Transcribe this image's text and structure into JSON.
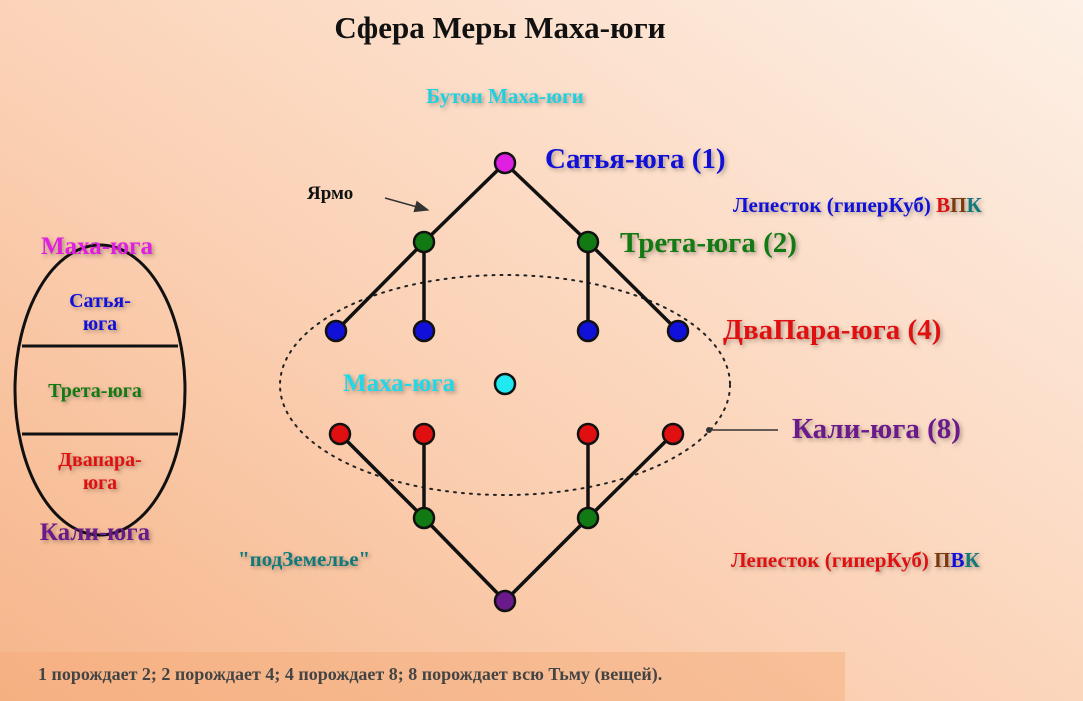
{
  "title": "Сфера Меры Маха-юги",
  "bud_label": "Бутон Маха-юги",
  "yoke_label": "Ярмо",
  "labels": {
    "satya": "Сатья-юга (1)",
    "treta": "Трета-юга (2)",
    "dvapara": "ДваПара-юга (4)",
    "kali": "Кали-юга (8)",
    "maha_center": "Маха-юга",
    "underground": "\"подЗемелье\""
  },
  "petal_top": {
    "text": "Лепесток (гиперКуб) ",
    "l1": "В",
    "l2": "П",
    "l3": "К"
  },
  "petal_bottom": {
    "text": "Лепесток (гиперКуб) ",
    "l1": "П",
    "l2": "В",
    "l3": "К"
  },
  "egg": {
    "top_label": "Маха-юга",
    "satya_1": "Сатья-",
    "satya_2": "юга",
    "treta": "Трета-юга",
    "dvapara_1": "Двапара-",
    "dvapara_2": "юга",
    "bottom_label": "Кали-юга"
  },
  "caption": "1 порождает 2; 2 порождает 4; 4 порождает 8; 8 порождает всю Тьму (вещей).",
  "colors": {
    "magenta": "#e020e0",
    "blue": "#1010d8",
    "green": "#127a12",
    "red": "#e01010",
    "cyan": "#20d8e8",
    "purple": "#6a1a8a",
    "brown": "#7a3a10",
    "teal": "#107a7a"
  }
}
